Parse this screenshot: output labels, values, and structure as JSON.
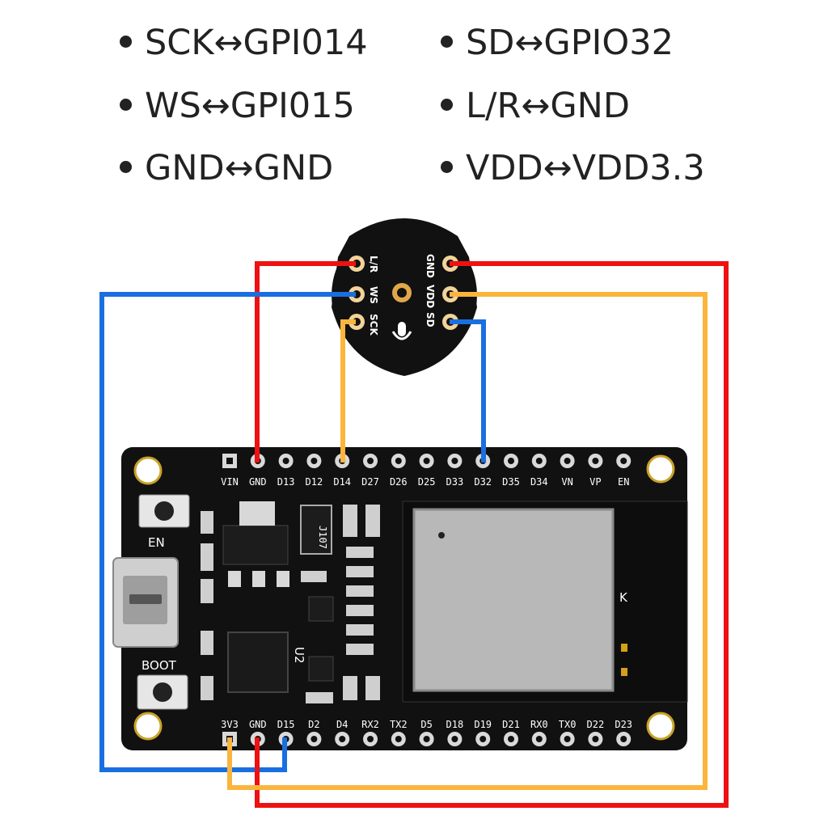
{
  "legend": [
    {
      "text": "SCK↔GPI014"
    },
    {
      "text": "SD↔GPIO32"
    },
    {
      "text": "WS↔GPI015"
    },
    {
      "text": "L/R↔GND"
    },
    {
      "text": "GND↔GND"
    },
    {
      "text": "VDD↔VDD3.3"
    }
  ],
  "mic_module": {
    "left_pins": [
      "L/R",
      "WS",
      "SCK"
    ],
    "right_pins": [
      "GND",
      "VDD",
      "SD"
    ]
  },
  "board": {
    "top_pins": [
      "VIN",
      "GND",
      "D13",
      "D12",
      "D14",
      "D27",
      "D26",
      "D25",
      "D33",
      "D32",
      "D35",
      "D34",
      "VN",
      "VP",
      "EN"
    ],
    "bottom_pins": [
      "3V3",
      "GND",
      "D15",
      "D2",
      "D4",
      "RX2",
      "TX2",
      "D5",
      "D18",
      "D19",
      "D21",
      "RX0",
      "TX0",
      "D22",
      "D23"
    ],
    "en_button_label": "EN",
    "boot_button_label": "BOOT",
    "regulator_marking": "J107",
    "chip_label": "U2",
    "antenna_mark": "K"
  },
  "wire_colors": {
    "red": "#ee1111",
    "blue": "#1a6fe0",
    "yellow": "#fbb53c"
  }
}
